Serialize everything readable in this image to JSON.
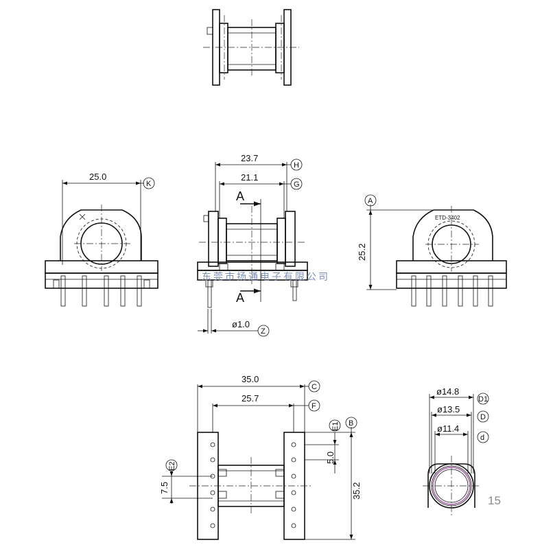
{
  "dimensions": {
    "side_width": "25.0",
    "overall_length_h": "23.7",
    "inner_length_g": "21.1",
    "height": "25.2",
    "pin_dia": "ø1.0",
    "base_length_c": "35.0",
    "base_inner_f": "25.7",
    "pin_pitch": "5.0",
    "row_span": "35.2",
    "pin_offset": "7.5",
    "flange_dia": "ø14.8",
    "outer_dia": "ø13.5",
    "inner_dia": "ø11.4"
  },
  "refs": {
    "k": "K",
    "h": "H",
    "g": "G",
    "a": "A",
    "z": "Z",
    "c": "C",
    "f": "F",
    "b": "B",
    "e1": "E1",
    "e2": "E2",
    "d1": "D1",
    "d": "D",
    "d_small": "d"
  },
  "section_marker": "A",
  "part_marking": "ETD-3402",
  "watermark": "东莞市扬通电子有限公司",
  "page_number": "15"
}
